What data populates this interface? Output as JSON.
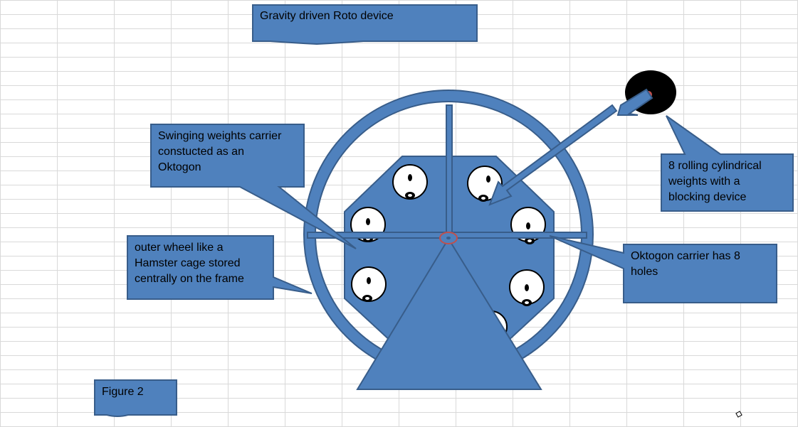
{
  "title": "Gravity driven Roto device",
  "labels": {
    "carrier": "Swinging weights carrier\nconstucted as an\nOktogon",
    "outer_wheel": "outer wheel like a\nHamster cage stored\ncentrally on the frame",
    "weights": "8 rolling  cylindrical\nweights with a\nblocking device",
    "holes": "Oktogon carrier has 8\nholes"
  },
  "figure_label": "Figure 2",
  "colors": {
    "box_fill": "#4f81bd",
    "box_stroke": "#385d8a",
    "hole_fill": "#ffffff",
    "weight_fill": "#000000",
    "grid": "#d9d9d9",
    "axle_ring": "#c0504d"
  },
  "icons": {
    "weight_detail": "black-circle-weight",
    "cursor": "small-diamond-marker"
  }
}
